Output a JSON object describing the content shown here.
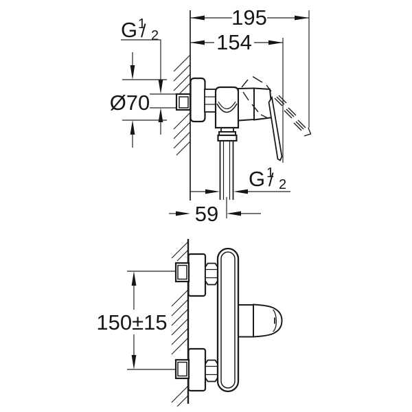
{
  "drawing": {
    "colors": {
      "line": "#1a1a1a",
      "background": "#ffffff"
    },
    "dims": {
      "overall_depth": "195",
      "handle_depth": "154",
      "flange_diameter": "Ø70",
      "outlet_offset": "59",
      "connection_spacing": "150±15"
    },
    "thread_label": {
      "g": "G",
      "num": "1",
      "slash": "/",
      "den": "2"
    }
  }
}
